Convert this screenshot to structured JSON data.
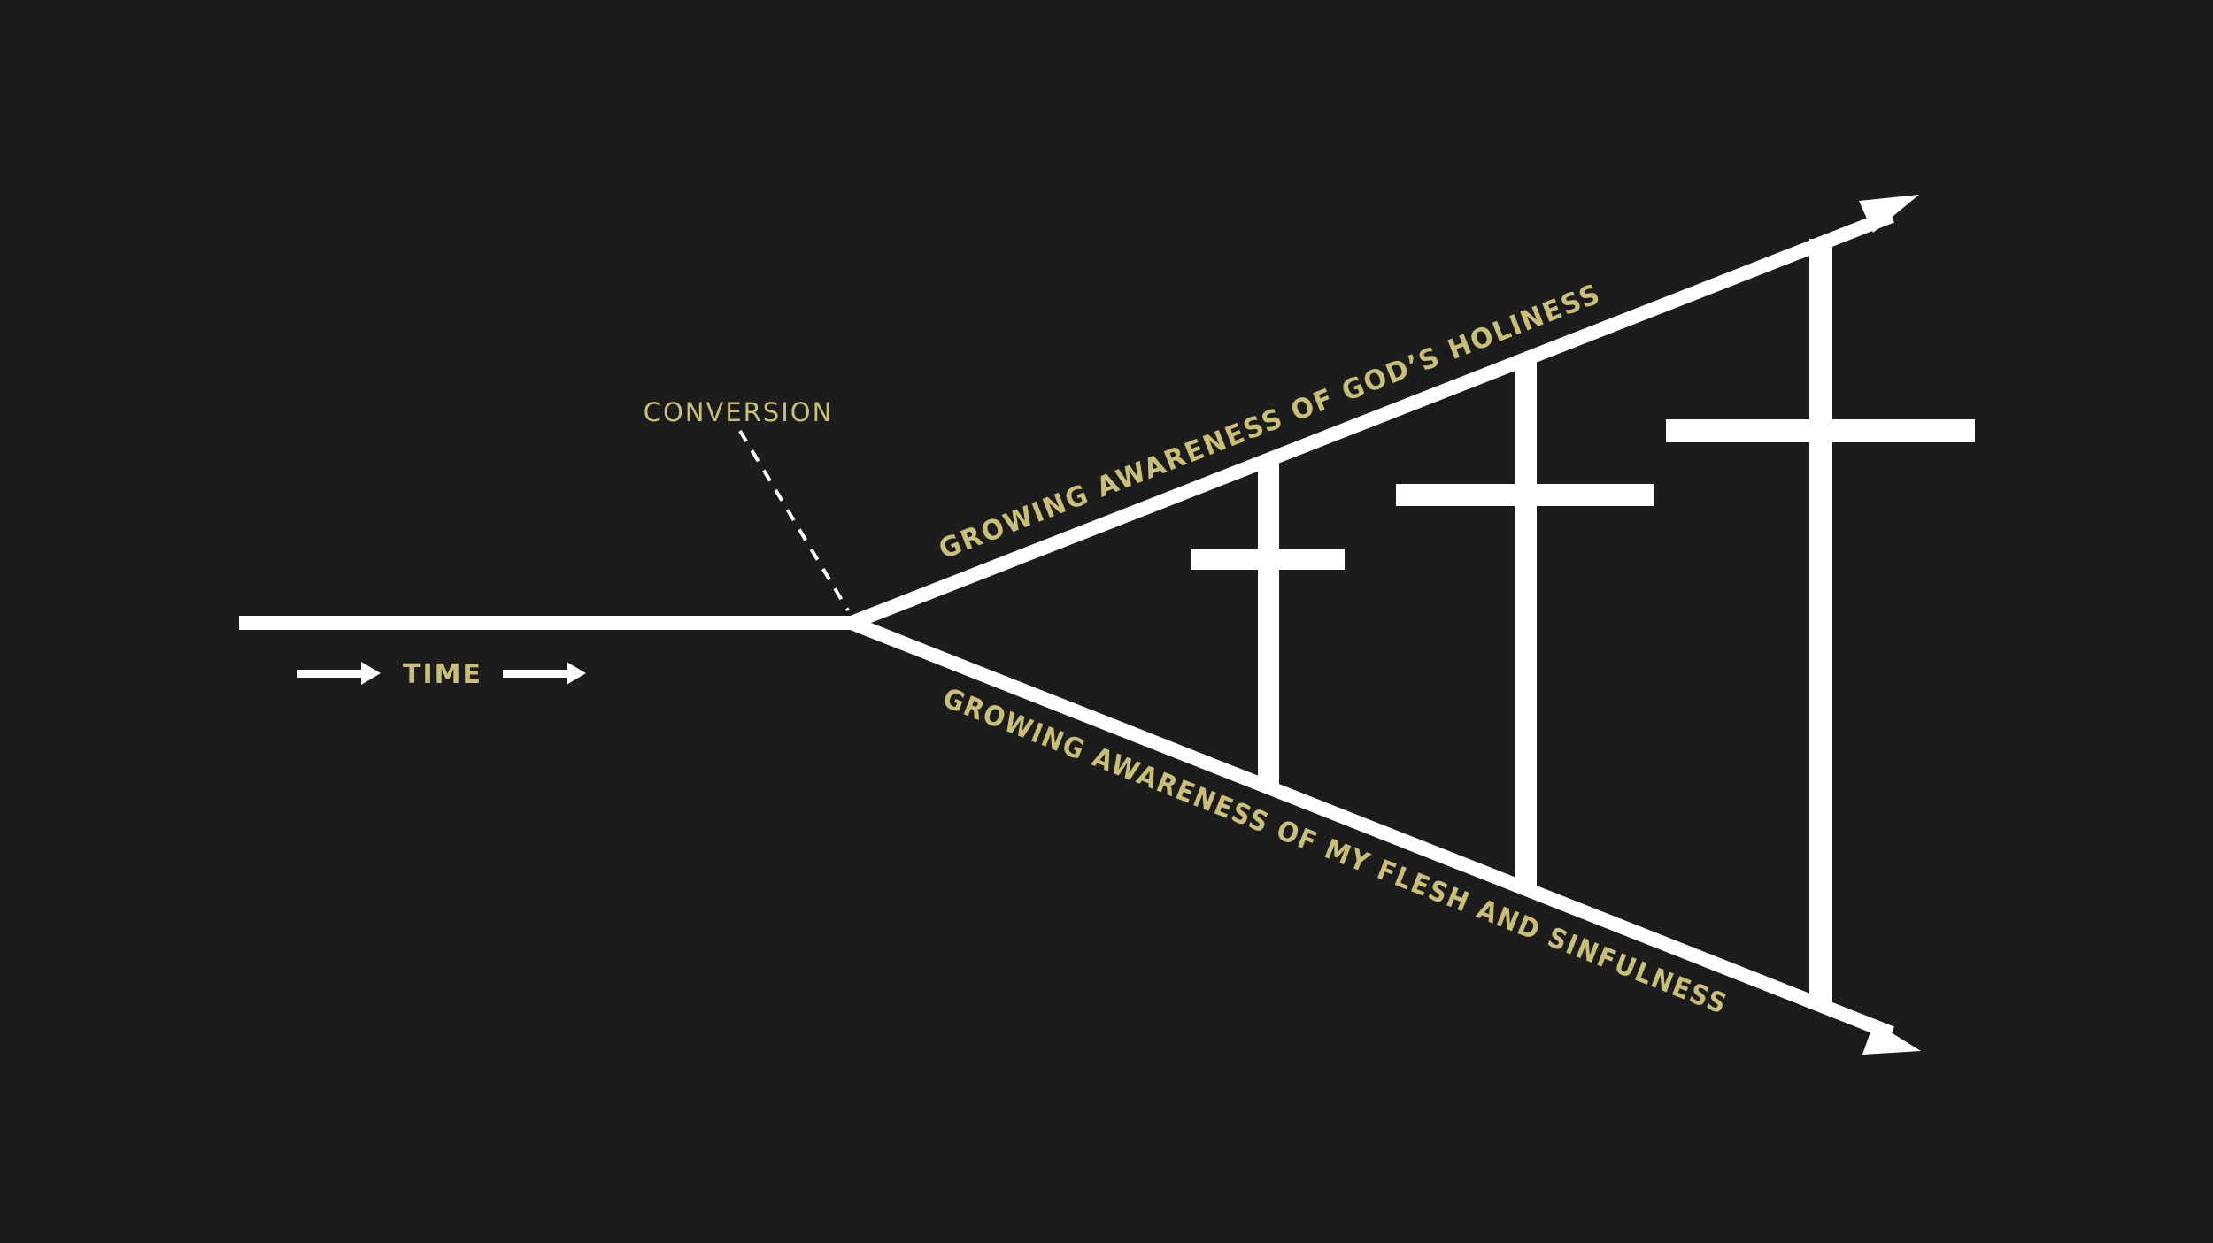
{
  "colors": {
    "background": "#1c1c1c",
    "lines": "#ffffff",
    "labels": "#c9bf78"
  },
  "labels": {
    "conversion": "CONVERSION",
    "time": "TIME",
    "holiness": "GROWING AWARENESS OF GOD’S HOLINESS",
    "sinfulness": "GROWING AWARENESS OF MY FLESH AND SINFULNESS"
  },
  "icons": {
    "time_arrow_left": "right-arrow-icon",
    "time_arrow_right": "right-arrow-icon",
    "cross": "cross-icon"
  }
}
